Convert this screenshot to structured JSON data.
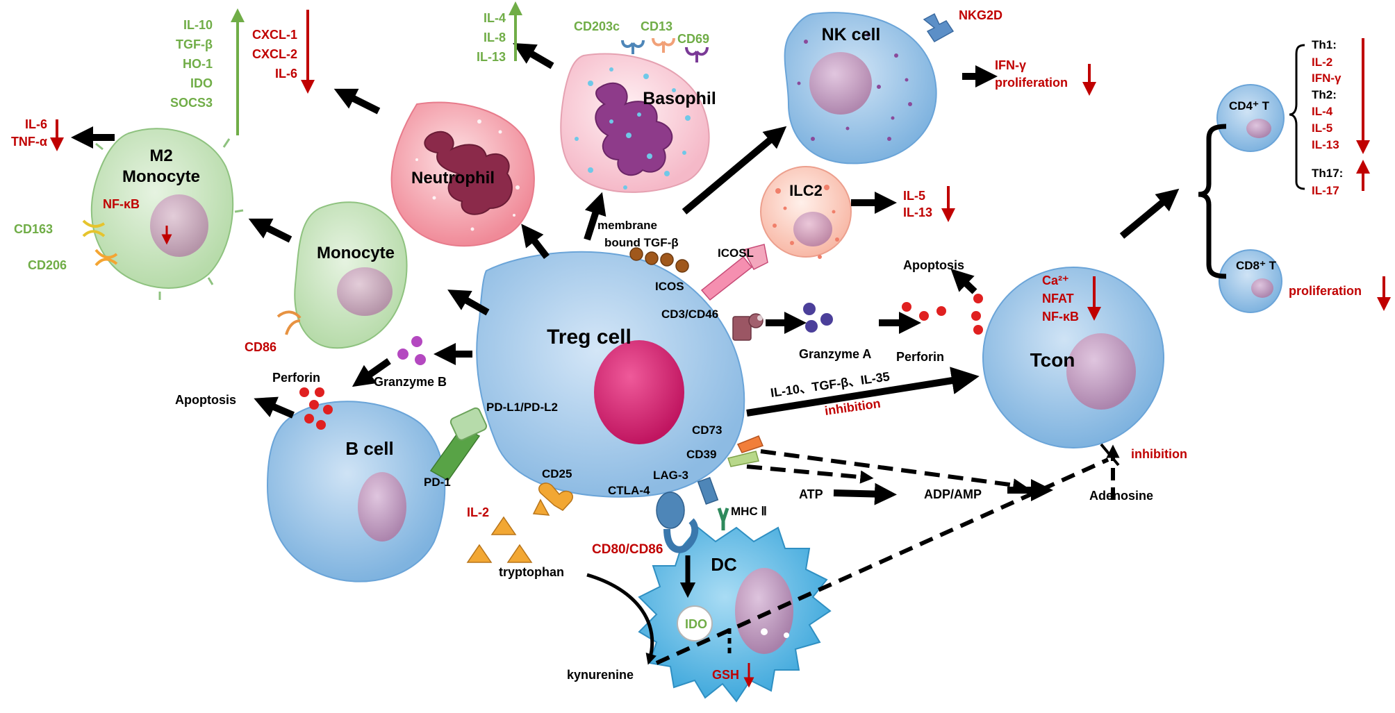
{
  "colors": {
    "red": "#c00000",
    "green": "#70ad47",
    "black": "#000000",
    "treg_blue": "#a9cdec",
    "nk_blue": "#8fc0e6",
    "monocyte_green": "#cfe8c8",
    "neutrophil_pink": "#f4b0b8",
    "basophil_pink": "#fbd3dc",
    "ilc2_peach": "#fcd3c8",
    "dc_blue": "#6bc0e8",
    "nucleus_purple": "#c9a0c0",
    "treg_nucleus": "#d8307a"
  },
  "cells": {
    "treg": "Treg cell",
    "nk": "NK cell",
    "basophil": "Basophil",
    "neutrophil": "Neutrophil",
    "m2_line1": "M2",
    "m2_line2": "Monocyte",
    "monocyte": "Monocyte",
    "ilc2": "ILC2",
    "tcon": "Tcon",
    "bcell": "B cell",
    "dc": "DC",
    "cd4t": "CD4⁺ T",
    "cd8t": "CD8⁺ T"
  },
  "m2": {
    "up_cytokines": [
      "IL-10",
      "TGF-β",
      "HO-1",
      "IDO",
      "SOCS3"
    ],
    "down_cytokines": [
      "CXCL-1",
      "CXCL-2",
      "IL-6"
    ],
    "output_cytokines": [
      "IL-6",
      "TNF-α"
    ],
    "nfkb": "NF-κB",
    "cd163": "CD163",
    "cd206": "CD206"
  },
  "basophil": {
    "cytokines": [
      "IL-4",
      "IL-8",
      "IL-13"
    ],
    "cd203c": "CD203c",
    "cd13": "CD13",
    "cd69": "CD69"
  },
  "nk": {
    "nkg2d": "NKG2D",
    "ifng": "IFN-γ",
    "proliferation": "proliferation"
  },
  "ilc2": {
    "cytokines": [
      "IL-5",
      "IL-13"
    ],
    "icosl": "ICOSL"
  },
  "treg": {
    "membrane_tgfb_line1": "membrane",
    "membrane_tgfb_line2": "bound TGF-β",
    "icos": "ICOS",
    "cd3cd46": "CD3/CD46",
    "pdl": "PD-L1/PD-L2",
    "cd73": "CD73",
    "cd39": "CD39",
    "cd25": "CD25",
    "lag3": "LAG-3",
    "ctla4": "CTLA-4"
  },
  "tcon": {
    "apoptosis": "Apoptosis",
    "granzyme_a": "Granzyme A",
    "perforin": "Perforin",
    "signals": [
      "Ca²⁺",
      "NFAT",
      "NF-κB"
    ],
    "cytokines_inhibit": "IL-10、TGF-β、IL-35",
    "inhibition": "inhibition"
  },
  "th": {
    "th1": "Th1:",
    "th1_cyto": [
      "IL-2",
      "IFN-γ"
    ],
    "th2": "Th2:",
    "th2_cyto": [
      "IL-4",
      "IL-5",
      "IL-13"
    ],
    "th17": "Th17:",
    "th17_cyto": "IL-17",
    "cd8_proliferation": "proliferation"
  },
  "bcell": {
    "cd86": "CD86",
    "perforin": "Perforin",
    "granzyme_b": "Granzyme B",
    "apoptosis": "Apoptosis",
    "pd1": "PD-1"
  },
  "metabolism": {
    "il2": "IL-2",
    "cd80cd86": "CD80/CD86",
    "mhc2": "MHC Ⅱ",
    "tryptophan": "tryptophan",
    "kynurenine": "kynurenine",
    "ido": "IDO",
    "gsh": "GSH",
    "atp": "ATP",
    "adpamp": "ADP/AMP",
    "adenosine": "Adenosine",
    "inhibition": "inhibition"
  }
}
